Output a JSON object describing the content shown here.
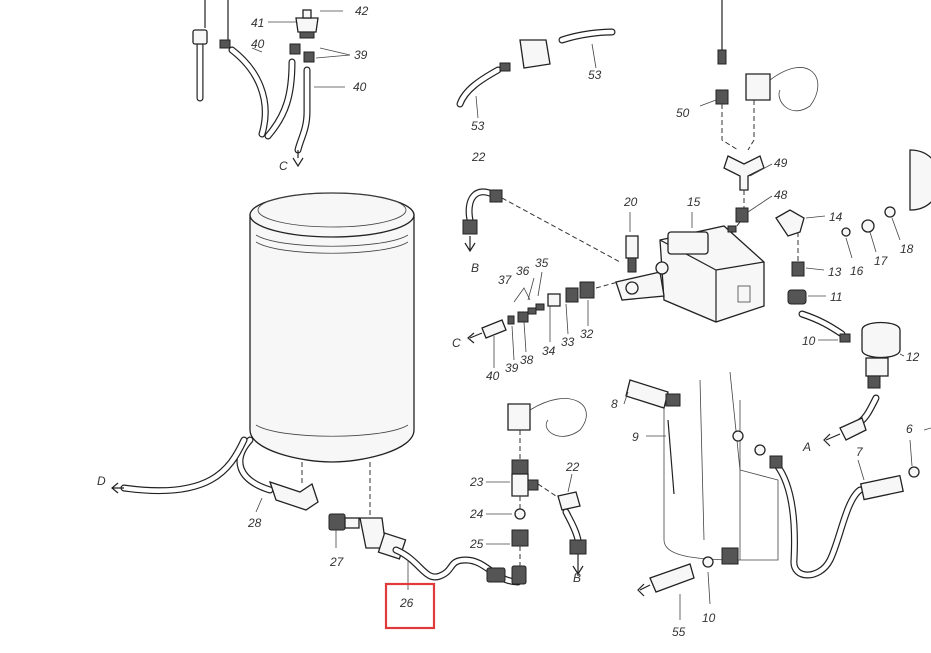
{
  "labels": {
    "l42": "42",
    "l41": "41",
    "l40a": "40",
    "l39a": "39",
    "l40b": "40",
    "lCa": "C",
    "l53a": "53",
    "l53b": "53",
    "l22a": "22",
    "lBa": "B",
    "l20": "20",
    "l15": "15",
    "l50": "50",
    "l49": "49",
    "l48": "48",
    "l14": "14",
    "l18": "18",
    "l16": "16",
    "l17": "17",
    "l13": "13",
    "l11": "11",
    "l10a": "10",
    "l12": "12",
    "l37": "37",
    "l36": "36",
    "l35": "35",
    "lCb": "C",
    "l40c": "40",
    "l39b": "39",
    "l38": "38",
    "l34": "34",
    "l33": "33",
    "l32": "32",
    "l8": "8",
    "l9": "9",
    "lA": "A",
    "l7": "7",
    "l6": "6",
    "l23": "23",
    "l22b": "22",
    "l24": "24",
    "l25": "25",
    "lBb": "B",
    "lD": "D",
    "l28": "28",
    "l27": "27",
    "l26": "26",
    "l55": "55",
    "l10b": "10"
  },
  "highlight": {
    "part": "26",
    "color": "#e03a3a"
  }
}
